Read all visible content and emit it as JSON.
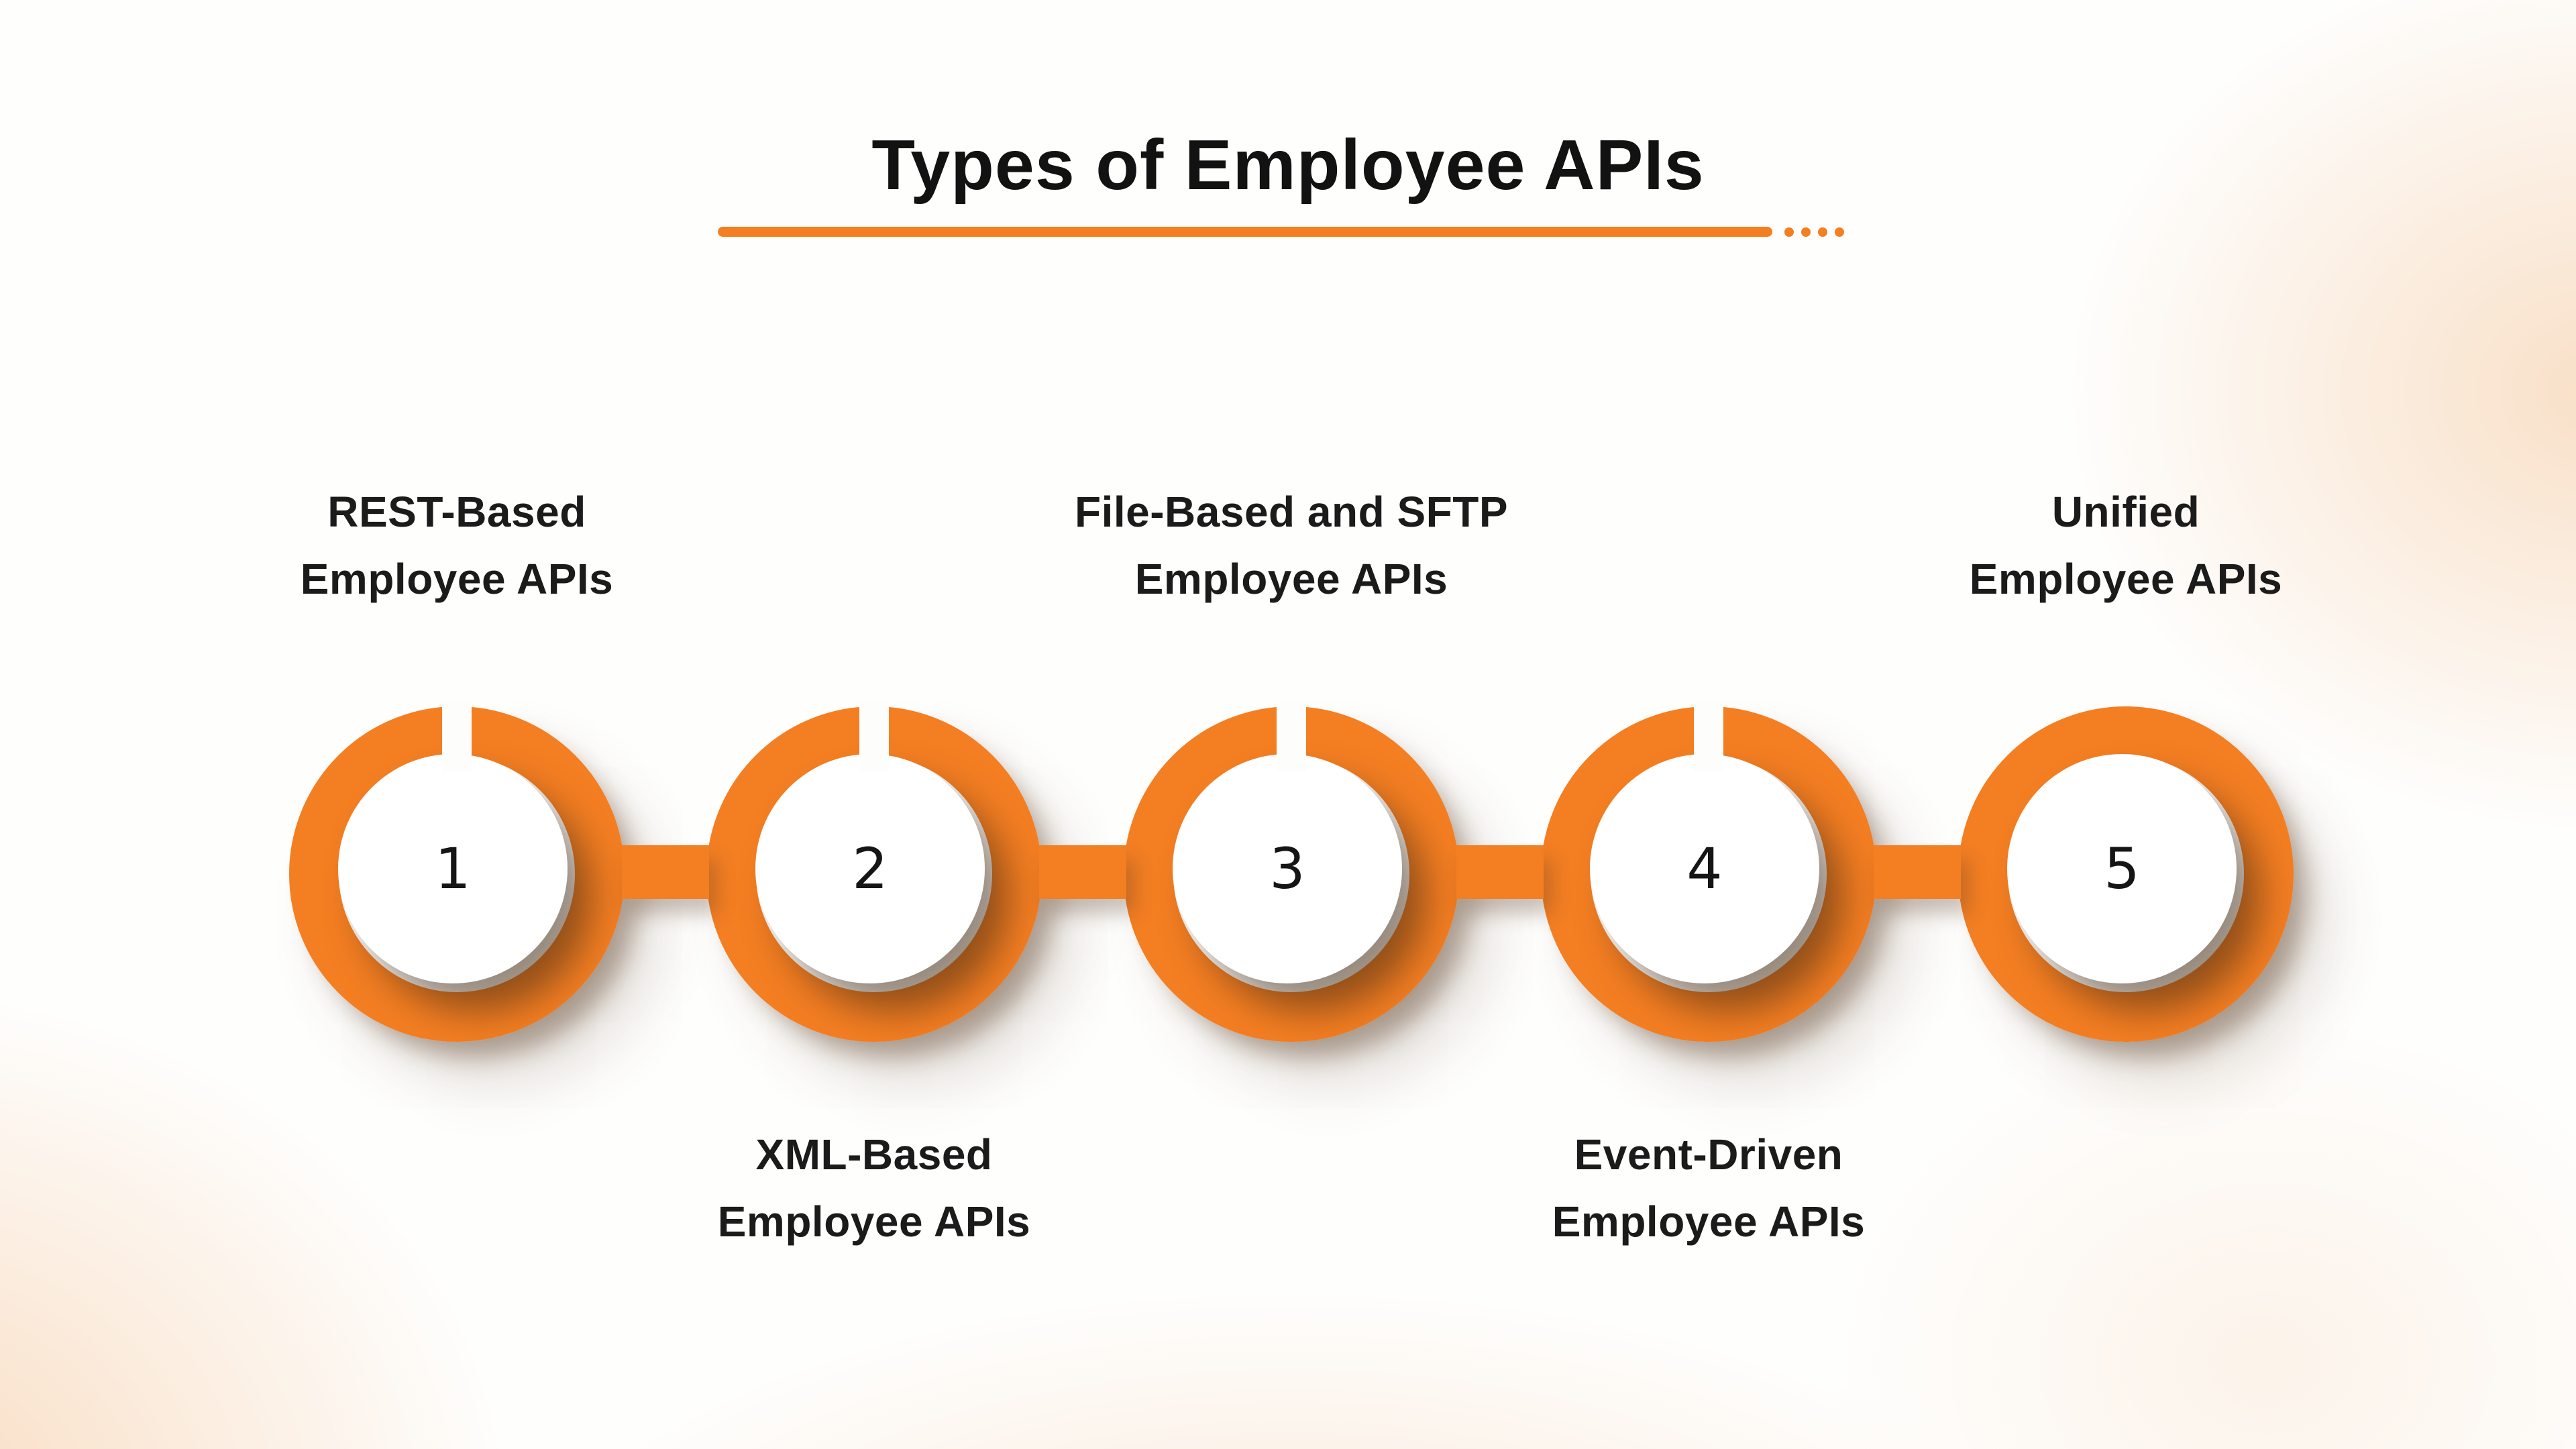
{
  "title": "Types of Employee APIs",
  "divider": {
    "line_icon": "horizontal-rule",
    "dots_count": 4
  },
  "colors": {
    "accent": "#F47E22",
    "text": "#1B1B1B",
    "circle_fill": "#FFFFFF",
    "background_tint": "#F8D8BA"
  },
  "steps": [
    {
      "number": "1",
      "label_lines": [
        "REST-Based",
        "Employee APIs"
      ],
      "label_position": "above",
      "ring_has_top_gap": true
    },
    {
      "number": "2",
      "label_lines": [
        "XML-Based",
        "Employee APIs"
      ],
      "label_position": "below",
      "ring_has_top_gap": true
    },
    {
      "number": "3",
      "label_lines": [
        "File-Based and SFTP",
        "Employee APIs"
      ],
      "label_position": "above",
      "ring_has_top_gap": true
    },
    {
      "number": "4",
      "label_lines": [
        "Event-Driven",
        "Employee APIs"
      ],
      "label_position": "below",
      "ring_has_top_gap": true
    },
    {
      "number": "5",
      "label_lines": [
        "Unified",
        "Employee APIs"
      ],
      "label_position": "above",
      "ring_has_top_gap": false
    }
  ]
}
